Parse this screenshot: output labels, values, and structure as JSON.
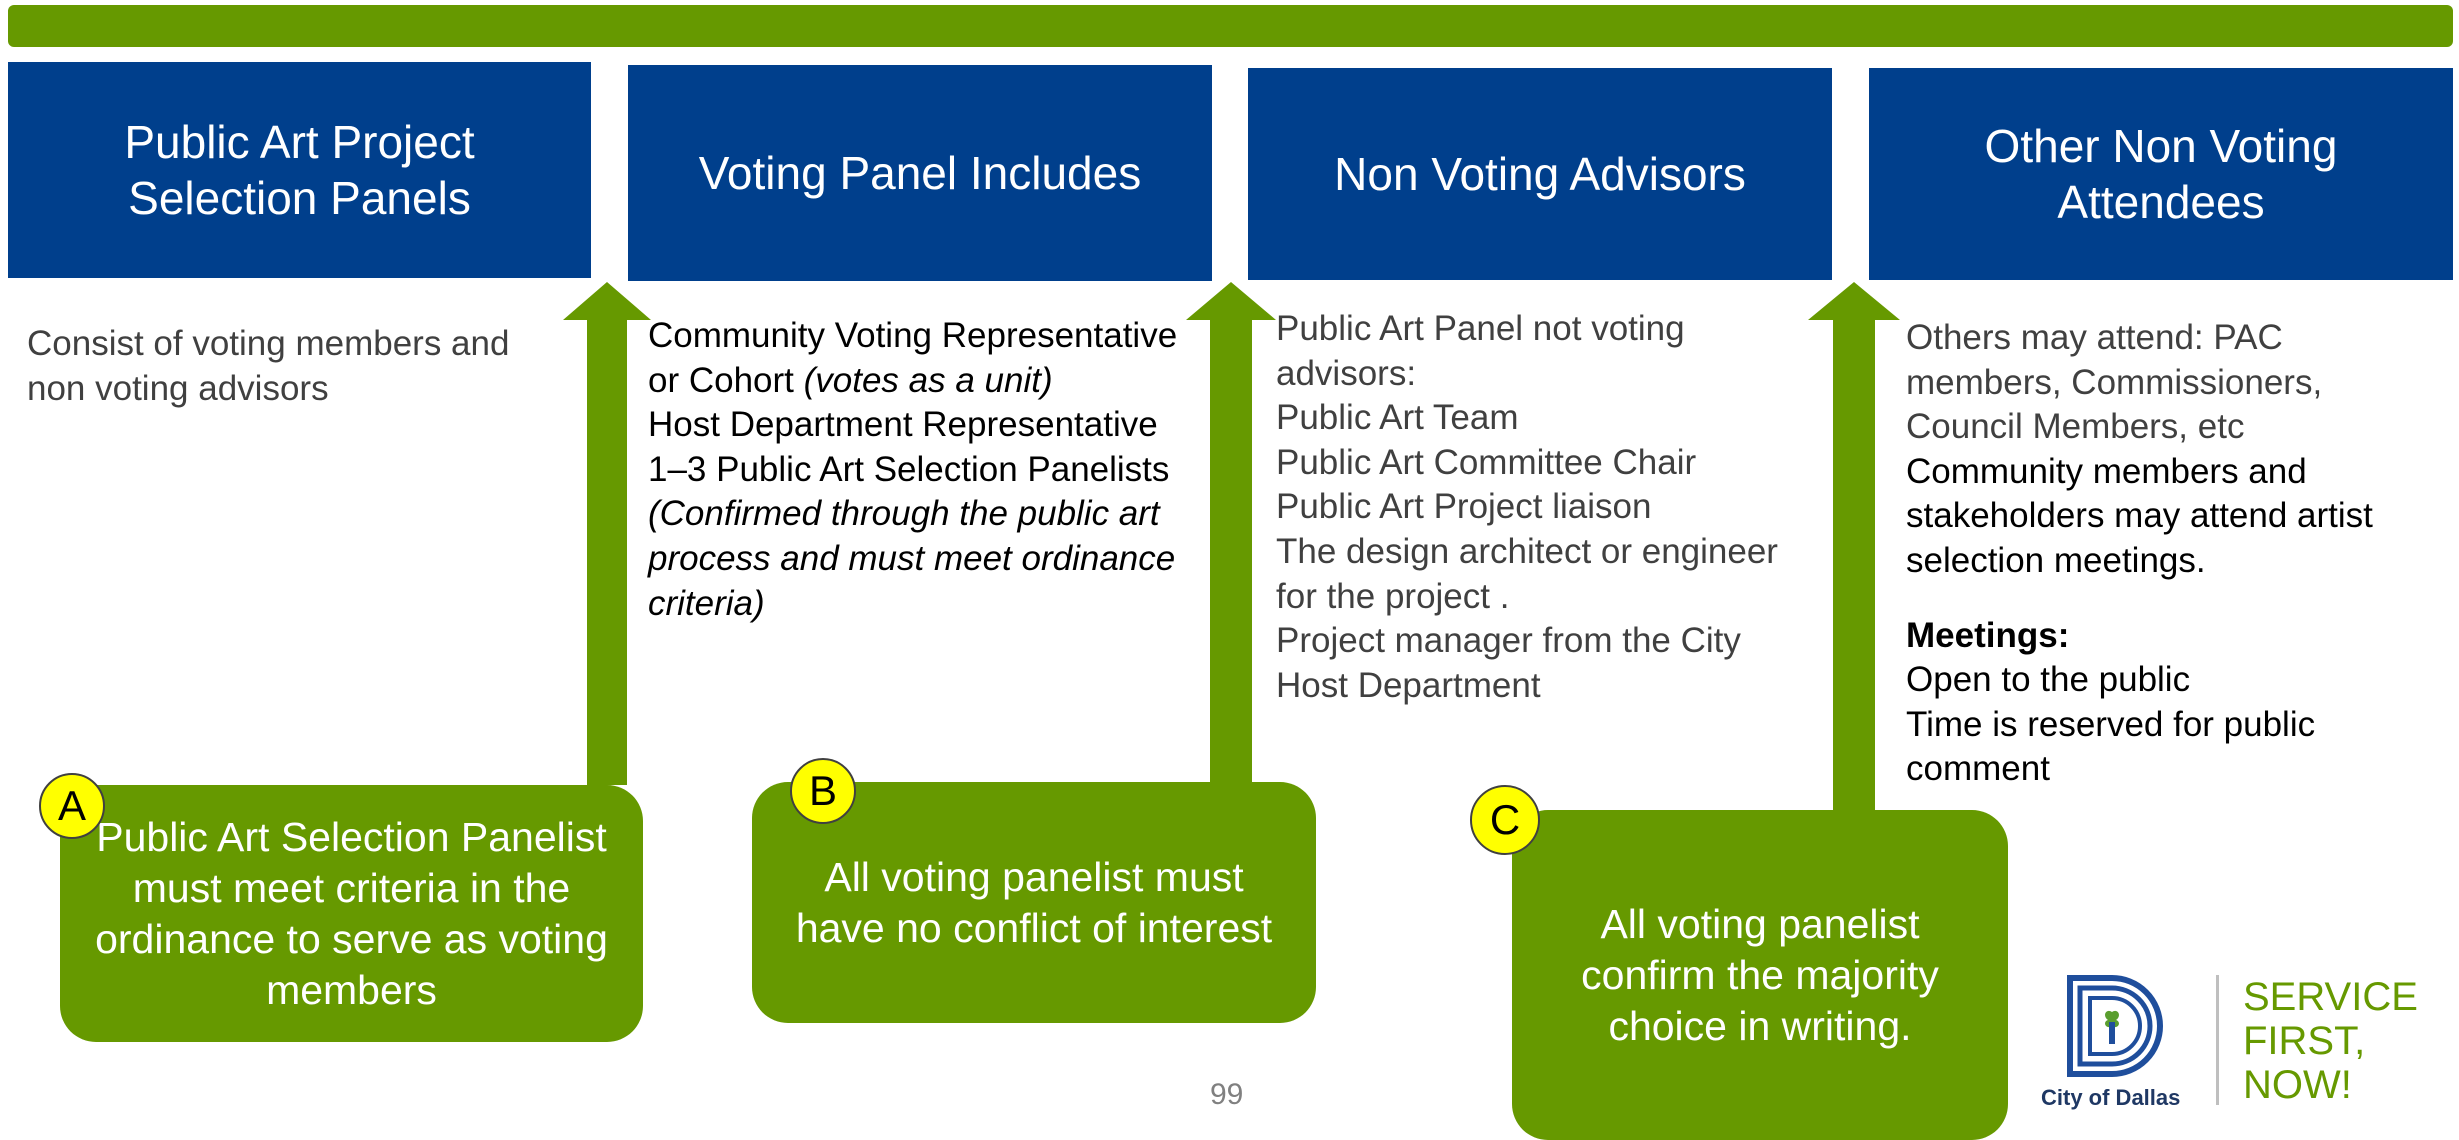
{
  "headers": [
    "Public Art Project Selection Panels",
    "Voting Panel Includes",
    "Non Voting Advisors",
    "Other Non Voting Attendees"
  ],
  "column1": {
    "text": "Consist of voting members and non voting advisors"
  },
  "column2": {
    "line1": "Community Voting Representative or Cohort ",
    "line1_italic": "(votes as a unit)",
    "line2": "Host Department Representative",
    "line3": "1–3 Public Art Selection Panelists",
    "line3_italic": "(Confirmed through the public art process and must meet ordinance criteria)"
  },
  "column3": {
    "lines": [
      "Public Art Panel not voting advisors:",
      "Public Art Team",
      "Public Art Committee Chair",
      "Public Art  Project liaison",
      "The design architect or engineer for the project .",
      "Project manager from the City Host  Department"
    ]
  },
  "column4": {
    "others": "Others may attend: PAC members, Commissioners, Council Members, etc",
    "community": "Community members and stakeholders may attend artist selection meetings.",
    "meetings_heading": "Meetings:",
    "meetings_line1": "Open to the public",
    "meetings_line2": "Time is reserved for public comment"
  },
  "callouts": [
    {
      "badge": "A",
      "text": "Public Art Selection Panelist must meet criteria in the ordinance to serve as voting members"
    },
    {
      "badge": "B",
      "text": "All voting panelist must have no conflict of interest"
    },
    {
      "badge": "C",
      "text": "All voting panelist confirm the majority choice in writing."
    }
  ],
  "page_number": "99",
  "logo": {
    "city": "City of Dallas",
    "slogan1": "SERVICE",
    "slogan2": "FIRST,",
    "slogan3": "NOW!"
  },
  "colors": {
    "header_blue": "#003f8c",
    "accent_green": "#669900",
    "badge_yellow": "#ffff00"
  }
}
